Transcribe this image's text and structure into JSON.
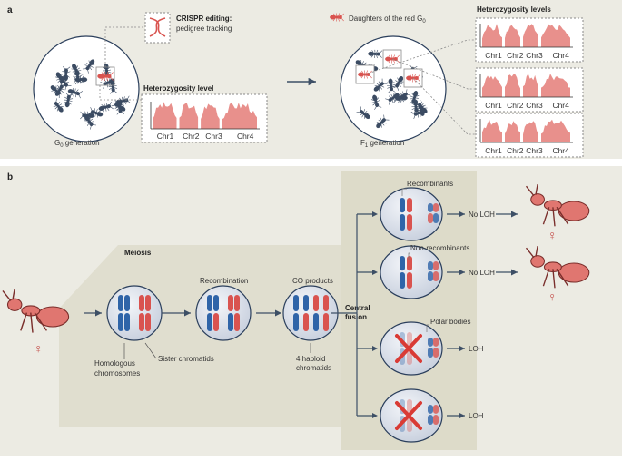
{
  "panel_a": {
    "letter": "a",
    "crispr_title": "CRISPR editing:",
    "crispr_subtitle": "pedigree tracking",
    "g0_label": "G",
    "g0_sub": "0",
    "g0_suffix": " generation",
    "het_level_title": "Heterozygosity level",
    "daughters_label": "Daughters of the red G",
    "daughters_sub": "0",
    "het_levels_title": "Heterozygosity levels",
    "f1_label": "F",
    "f1_sub": "1",
    "f1_suffix": " generation",
    "chromosomes": [
      "Chr1",
      "Chr2",
      "Chr3",
      "Chr4"
    ]
  },
  "panel_b": {
    "letter": "b",
    "meiosis_label": "Meiosis",
    "homologous_label_1": "Homologous",
    "homologous_label_2": "chromosomes",
    "sister_label": "Sister chromatids",
    "recombination_label": "Recombination",
    "co_products_label": "CO products",
    "haploid_label_1": "4 haploid",
    "haploid_label_2": "chromatids",
    "central_fusion_1": "Central",
    "central_fusion_2": "fusion",
    "recombinants_label": "Recombinants",
    "nonrecombinants_label": "Non-recombinants",
    "polar_bodies_label": "Polar bodies",
    "no_loh": "No LOH",
    "loh": "LOH",
    "female_symbol": "♀"
  },
  "colors": {
    "panel_bg": "#ecebe3",
    "fusion_bg": "#dddbc9",
    "red": "#d9534f",
    "pink": "#e8908c",
    "blue": "#2f64a8",
    "navy": "#2b3f5c",
    "cell_fill": "#d5dbe6",
    "arrow": "#3d4f66"
  }
}
